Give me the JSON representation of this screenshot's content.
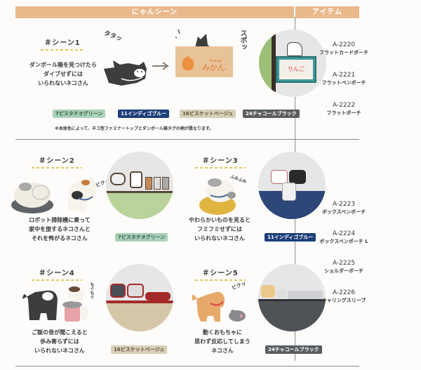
{
  "header": {
    "scene_label": "にゃんシーン",
    "item_label": "アイテム"
  },
  "colors": {
    "header_bg": "#e9b98c",
    "pistachio_green": "#a9d2b9",
    "indigo_blue": "#1d3f7a",
    "biscuit_beige": "#d8cfb8",
    "charcoal_black": "#5a5d60",
    "title_underline": "#e2c25a"
  },
  "section1": {
    "scene": {
      "title": "＃シーン1",
      "description": [
        "ダンボール箱を見つけたら",
        "ダイブせずには",
        "いられないネコさん"
      ],
      "sfx_run": "タタッ",
      "sfx_pop": "スポッ",
      "box_brand": "Orange",
      "box_label": "みかん",
      "tag_label": "りんご"
    },
    "colors": [
      {
        "label": "7ピスタチオグリーン",
        "style": "green"
      },
      {
        "label": "11インディゴブルー",
        "style": "blue"
      },
      {
        "label": "16ビスケットベージュ",
        "style": "beige"
      },
      {
        "label": "24チャコールブラック",
        "style": "charcoal"
      }
    ],
    "note": "※本体色によって、ネコ型ファスナートップとダンボール箱タグの柄が異なります。",
    "items": [
      {
        "code": "A-2220",
        "name": "フラットカードポーチ"
      },
      {
        "code": "A-2221",
        "name": "フラットペンポーチ"
      },
      {
        "code": "A-2222",
        "name": "フラットポーチ"
      }
    ]
  },
  "section2": {
    "scenes": [
      {
        "title": "＃シーン2",
        "description": [
          "ロボット掃除機に乗って",
          "家中を旅するネコさんと",
          "それを怖がるネコさん"
        ],
        "sfx": "ビクッ",
        "color": "7ピスタチオグリーン"
      },
      {
        "title": "＃シーン3",
        "description": [
          "やわらかいものを見ると",
          "フミフミせずには",
          "いられないネコさん"
        ],
        "sfx": "ふみふみ",
        "color": "11インディゴブルー"
      },
      {
        "title": "＃シーン4",
        "description": [
          "ご飯の音が聞こえると",
          "歩み寄らずには",
          "いられないネコさん"
        ],
        "sfx": "もぐもぐ",
        "color": "16ビスケットベージュ"
      },
      {
        "title": "＃シーン5",
        "description": [
          "動くおもちゃに",
          "思わず反応してしまう",
          "ネコさん"
        ],
        "sfx": "ビクッ",
        "color": "24チャコールブラック"
      }
    ],
    "items": [
      {
        "code": "A-2223",
        "name": "ボックスペンポーチ"
      },
      {
        "code": "A-2224",
        "name": "ボックスペンポーチ L"
      },
      {
        "code": "A-2225",
        "name": "ショルダーポーチ"
      },
      {
        "code": "A-2226",
        "name": "キャリングスリーブ"
      }
    ]
  }
}
